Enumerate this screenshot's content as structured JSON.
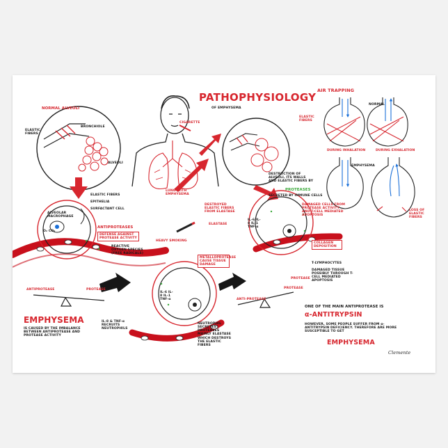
{
  "poster": {
    "title": "PATHOPHYSIOLOGY",
    "subtitle": "OF EMPHYSEMA",
    "signature": "Clemente"
  },
  "left": {
    "normal_alveoli": "NORMAL ALVEOLI",
    "elastic_fibers": "ELASTIC FIBERS",
    "bronchiole": "BRONCHIOLE",
    "alveoli": "ALVEOLI",
    "elastic_fibers_2": "ELASTIC FIBERS",
    "epithelia": "EPITHELIA",
    "surfactant_cell": "SURFACTANT CELL",
    "alveolar_macrophage": "ALVEOLAR MACROPHAGE",
    "gas": "O₂ CO₂",
    "antiproteases": "ANTIPROTEASES",
    "defense": "DEFENSE AGAINST PROTEASE ACTIVITY",
    "reactive": "REACTIVE OXYGEN SPECIES (FREE RADICALS)",
    "heavy_smoking": "HEAVY SMOKING"
  },
  "center": {
    "cigarette": "CIGARETTE",
    "lung_label": "LUNG WITH EMPHYSEMA",
    "destruction": "DESTRUCTION OF ALVEOLI, ITS WALLS AND ELASTIC FIBERS BY",
    "proteases": "PROTEASES",
    "secreted": "SECRETED BY IMMUNE CELLS",
    "destroyed": "DESTROYED ELASTIC FIBERS FROM ELASTASE",
    "elastase": "ELASTASE",
    "damaged": "DAMAGED CELLS FROM PROTEASE ACTIVITY AND T-CELL MEDIATED APOPTOSIS",
    "collagen": "COLLAGEN DEPOSITION",
    "lymphocytes": "T-LYMPHOCYTES",
    "tissue": "DAMAGED TISSUE POSSIBLY THROUGH T-CELL MEDIATED APOPTOSIS",
    "protease": "PROTEASE",
    "metallo": "METALLOPROTEASE CAUSE TISSUE DAMAGE",
    "il_a": "IL-6 IL-8 IL-1 TNF-α",
    "il_b": "IL-6 IL-8 IL-1 TNF-α",
    "neutrophil": "NEUTROPHIL SECRETES PROTEASES MAINLY ELASTASE WHICH DESTROYS THE ELASTIC FIBERS",
    "il_recruit": "IL-8 & TNF-α RECRUITS NEUTROPHILS"
  },
  "air": {
    "title": "AIR TRAPPING",
    "elastic": "ELASTIC FIBERS",
    "normal": "NORMAL",
    "inhalation": "DURING INHALATION",
    "exhalation": "DURING EXHALATION",
    "emphysema": "EMPHYSEMA",
    "loss": "LOSS OF ELASTIC FIBERS"
  },
  "bottom": {
    "antiprotease_l": "ANTIPROTEASE",
    "protease_l": "PROTEASE",
    "emphysema_word": "EMPHYSEMA",
    "caused": "IS CAUSED BY THE IMBALANCE BETWEEN ANTIPROTEASE AND PROTEASE ACTIVITY",
    "antiprotease_r": "ANTI-PROTEASE",
    "protease_r": "PROTEASE",
    "one_of": "ONE OF THE MAIN ANTIPROTEASE IS",
    "alpha": "α-ANTITRYPSIN",
    "however": "HOWEVER, SOME PEOPLE SUFFER FROM α-ANTITRYPSIN DEFICIENCY. THEREFORE ARE MORE SUSCEPTIBLE TO GET",
    "emphysema_end": "EMPHYSEMA"
  },
  "colors": {
    "accent": "#d7262e",
    "ink": "#1a1a1a",
    "green": "#3aa83a",
    "blood": "#c8101c"
  }
}
